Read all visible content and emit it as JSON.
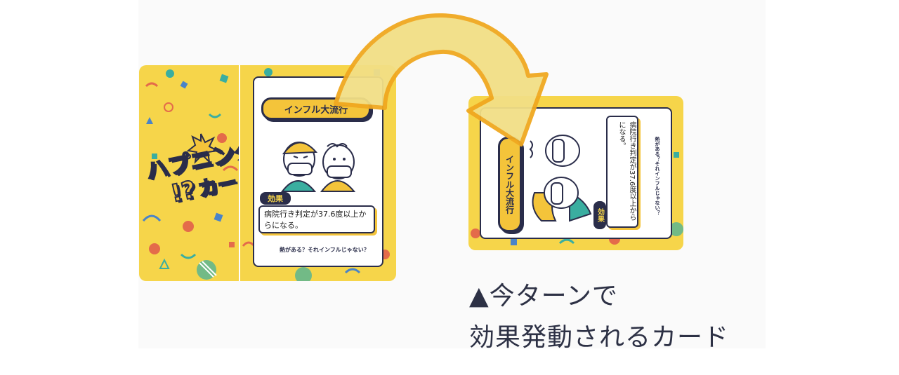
{
  "back_card": {
    "logo_line1": "ハプニング",
    "logo_line2": "カード",
    "logo_mark": "!?"
  },
  "front_card": {
    "title": "インフル大流行",
    "effect_label": "効果",
    "effect_text": "病院行き判定が37.6度以上からになる。",
    "flavor_text": "熱がある？それインフルじゃない？"
  },
  "rotated_card": {
    "title": "インフル大流行",
    "effect_label": "効果",
    "effect_text": "病院行き判定が37.6度以上からになる。",
    "flavor_text": "熱がある？それインフルじゃない？"
  },
  "caption": {
    "line1": "▲今ターンで",
    "line2": "効果発動されるカード"
  },
  "colors": {
    "card_yellow": "#f6d54a",
    "accent_gold": "#f4c43a",
    "navy": "#2a2d4a",
    "arrow_fill": "#f2df86",
    "arrow_stroke": "#f0a820"
  }
}
